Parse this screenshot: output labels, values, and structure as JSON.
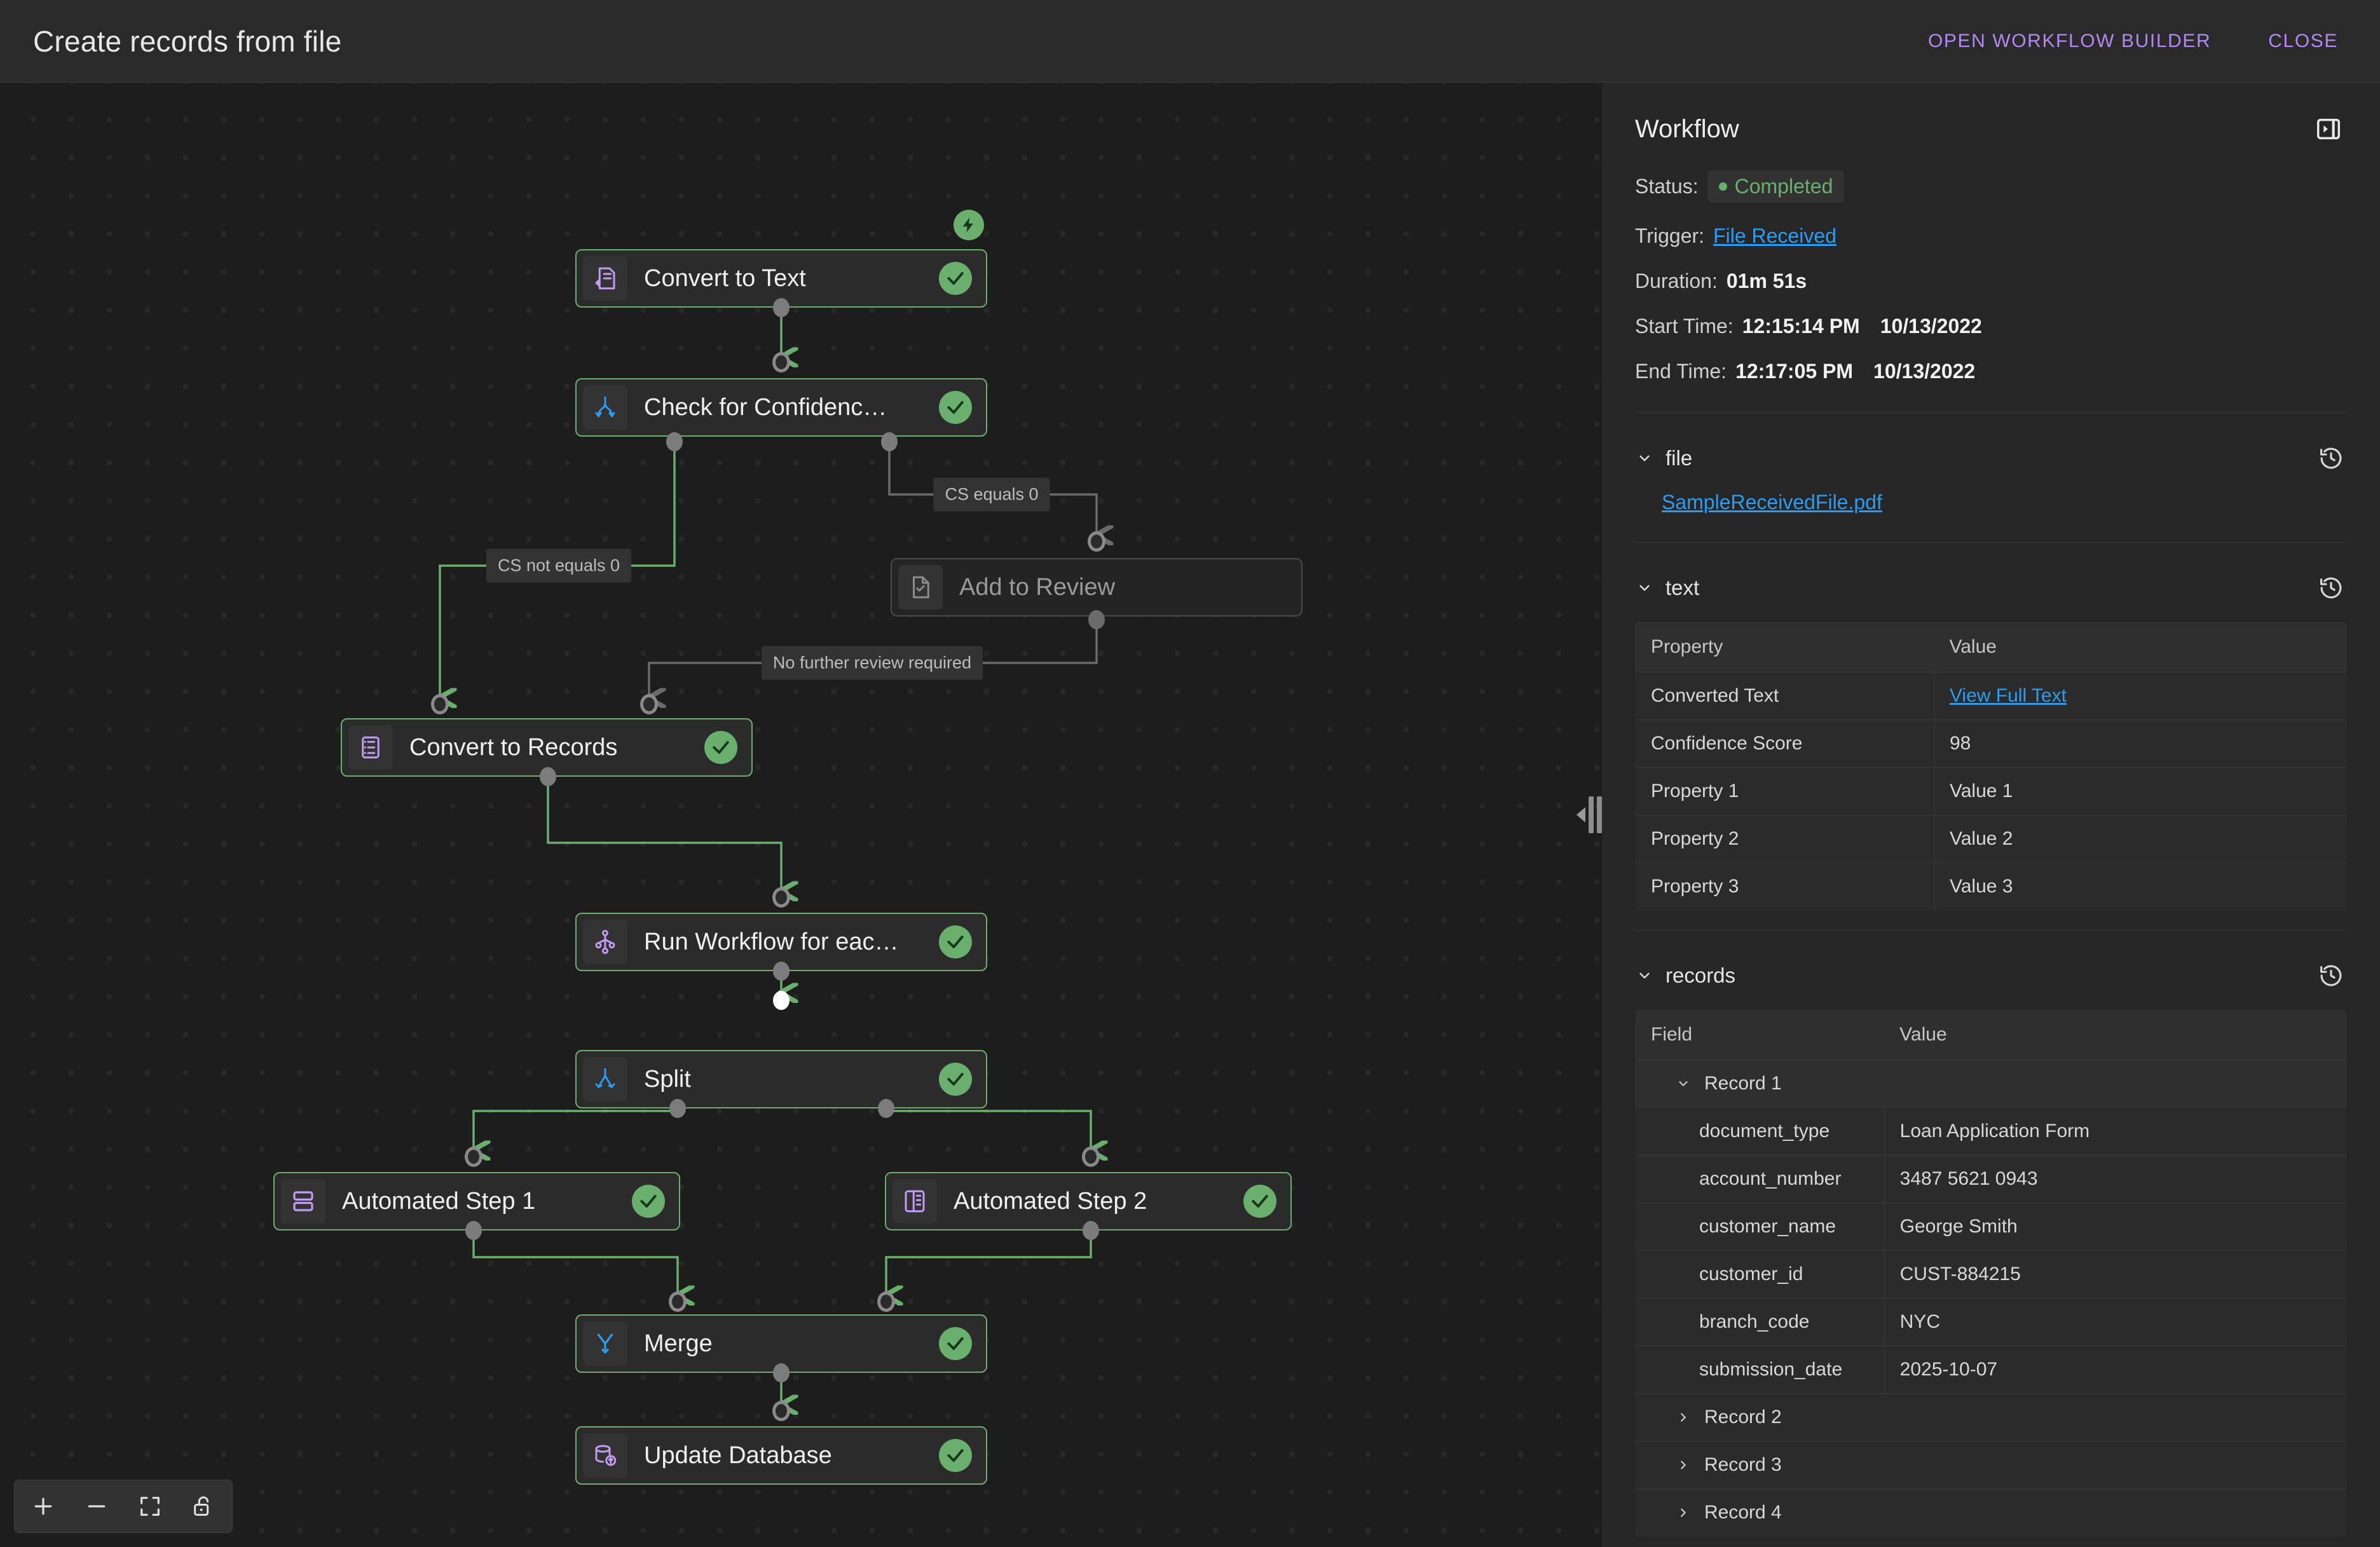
{
  "header": {
    "title": "Create records from file",
    "open_builder_label": "OPEN WORKFLOW BUILDER",
    "close_label": "CLOSE",
    "accent": "#b388f5"
  },
  "canvas": {
    "nodes": [
      {
        "id": "convert-to-text",
        "label": "Convert to Text",
        "icon": "document-convert-icon",
        "status": "check",
        "state": "completed"
      },
      {
        "id": "check-confidence",
        "label": "Check for Confidenc…",
        "icon": "branch-icon",
        "status": "check",
        "state": "completed"
      },
      {
        "id": "add-to-review",
        "label": "Add to Review",
        "icon": "document-check-icon",
        "status": "none",
        "state": "skipped"
      },
      {
        "id": "convert-to-records",
        "label": "Convert to Records",
        "icon": "records-icon",
        "status": "check",
        "state": "completed"
      },
      {
        "id": "run-workflow-each",
        "label": "Run Workflow for eac…",
        "icon": "hierarchy-icon",
        "status": "check",
        "state": "completed"
      },
      {
        "id": "split",
        "label": "Split",
        "icon": "split-icon",
        "status": "check",
        "state": "completed"
      },
      {
        "id": "automated-step-1",
        "label": "Automated Step 1",
        "icon": "rows-icon",
        "status": "check",
        "state": "completed"
      },
      {
        "id": "automated-step-2",
        "label": "Automated Step 2",
        "icon": "columns-icon",
        "status": "check",
        "state": "completed"
      },
      {
        "id": "merge",
        "label": "Merge",
        "icon": "merge-icon",
        "status": "check",
        "state": "completed"
      },
      {
        "id": "update-database",
        "label": "Update Database",
        "icon": "database-upload-icon",
        "status": "check",
        "state": "completed"
      }
    ],
    "edge_labels": {
      "cs_equals_0": "CS equals 0",
      "cs_not_equals_0": "CS not equals 0",
      "no_further_review": "No further review required"
    },
    "trigger_badge_icon": "lightning-icon",
    "zoom_toolbar": {
      "zoom_in": "plus-icon",
      "zoom_out": "minus-icon",
      "fit": "fit-screen-icon",
      "lock": "unlock-icon"
    },
    "colors": {
      "completed_border": "#6aaf6e",
      "skipped_border": "#4a4a4a",
      "edge": "#6aaf6e",
      "edge_inactive": "#6b6b6b"
    }
  },
  "panel": {
    "title": "Workflow",
    "collapse_icon": "panel-collapse-icon",
    "meta": {
      "status_key": "Status:",
      "status_value": "Completed",
      "trigger_key": "Trigger:",
      "trigger_value": "File Received",
      "duration_key": "Duration:",
      "duration_value": "01m 51s",
      "start_key": "Start Time:",
      "start_time": "12:15:14 PM",
      "start_date": "10/13/2022",
      "end_key": "End Time:",
      "end_time": "12:17:05 PM",
      "end_date": "10/13/2022"
    },
    "sections": {
      "file": {
        "name": "file",
        "history_icon": "history-icon",
        "chevron": "chevron-down-icon",
        "file_name": "SampleReceivedFile.pdf"
      },
      "text": {
        "name": "text",
        "history_icon": "history-icon",
        "chevron": "chevron-down-icon",
        "columns": [
          "Property",
          "Value"
        ],
        "rows": [
          {
            "property": "Converted Text",
            "value": "View Full Text",
            "is_link": true
          },
          {
            "property": "Confidence Score",
            "value": "98"
          },
          {
            "property": "Property 1",
            "value": "Value 1"
          },
          {
            "property": "Property 2",
            "value": "Value 2"
          },
          {
            "property": "Property 3",
            "value": "Value 3"
          }
        ]
      },
      "records": {
        "name": "records",
        "history_icon": "history-icon",
        "chevron": "chevron-down-icon",
        "columns": [
          "Field",
          "Value"
        ],
        "groups": [
          {
            "name": "Record 1",
            "expanded": true,
            "fields": [
              {
                "field": "document_type",
                "value": "Loan Application Form"
              },
              {
                "field": "account_number",
                "value": "3487 5621 0943"
              },
              {
                "field": "customer_name",
                "value": "George Smith"
              },
              {
                "field": "customer_id",
                "value": "CUST-884215"
              },
              {
                "field": "branch_code",
                "value": "NYC"
              },
              {
                "field": "submission_date",
                "value": "2025-10-07"
              }
            ]
          },
          {
            "name": "Record 2",
            "expanded": false,
            "fields": []
          },
          {
            "name": "Record 3",
            "expanded": false,
            "fields": []
          },
          {
            "name": "Record 4",
            "expanded": false,
            "fields": []
          }
        ]
      }
    }
  },
  "resizer": {
    "icon": "resize-handle-icon"
  }
}
